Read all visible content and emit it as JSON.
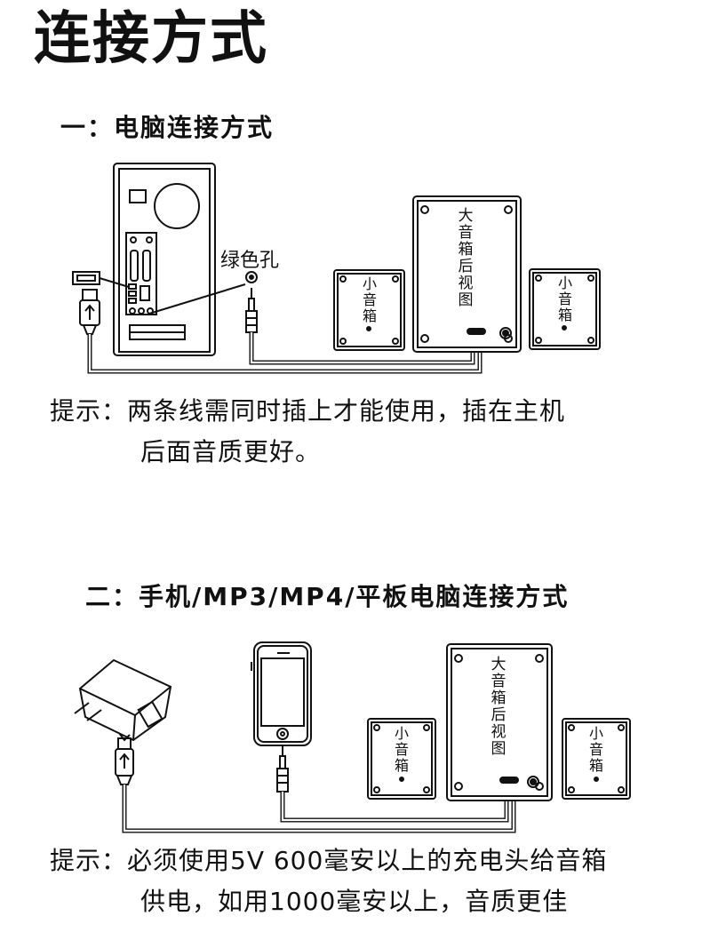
{
  "page_title": "连接方式",
  "section1": {
    "heading": "一：电脑连接方式",
    "green_jack_label": "绿色孔",
    "big_speaker_label": "大音箱后视图",
    "small_speaker_label": "小音箱",
    "note_line1": "提示：两条线需同时插上才能使用，插在主机",
    "note_line2": "后面音质更好。"
  },
  "section2": {
    "heading": "二：手机/MP3/MP4/平板电脑连接方式",
    "big_speaker_label": "大音箱后视图",
    "small_speaker_label": "小音箱",
    "note_line1": "提示：必须使用5V 600毫安以上的充电头给音箱",
    "note_line2": "供电，如用1000毫安以上，音质更佳"
  },
  "icons": [
    "pc-tower-icon",
    "usb-plug-icon",
    "audio-jack-icon",
    "speaker-icon",
    "phone-icon",
    "power-adapter-icon"
  ]
}
